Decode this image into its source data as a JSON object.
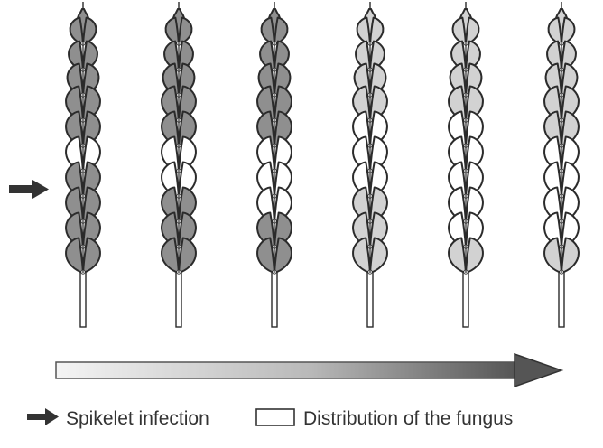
{
  "legend": {
    "arrow_label": "Spikelet infection",
    "box_label": "Distribution of the fungus"
  },
  "colors": {
    "healthy": "#8f8f8f",
    "faded": "#d2d2d2",
    "infected": "#ffffff",
    "outline": "#2b2b2b",
    "arrow_dark": "#3a3a3a"
  },
  "spikes": [
    {
      "name": "spike-1",
      "tip_stage": "healthy",
      "infected_rows": [
        6
      ]
    },
    {
      "name": "spike-2",
      "tip_stage": "healthy",
      "infected_rows": [
        6,
        7
      ]
    },
    {
      "name": "spike-3",
      "tip_stage": "healthy",
      "infected_rows": [
        6,
        7,
        8
      ]
    },
    {
      "name": "spike-4",
      "tip_stage": "faded",
      "infected_rows": [
        5,
        6,
        7
      ]
    },
    {
      "name": "spike-5",
      "tip_stage": "faded",
      "infected_rows": [
        5,
        6,
        7,
        8,
        9
      ]
    },
    {
      "name": "spike-6",
      "tip_stage": "faded",
      "infected_rows": [
        6,
        7,
        8,
        9
      ]
    }
  ],
  "progression_arrow": {
    "direction": "right",
    "meaning": "time"
  }
}
